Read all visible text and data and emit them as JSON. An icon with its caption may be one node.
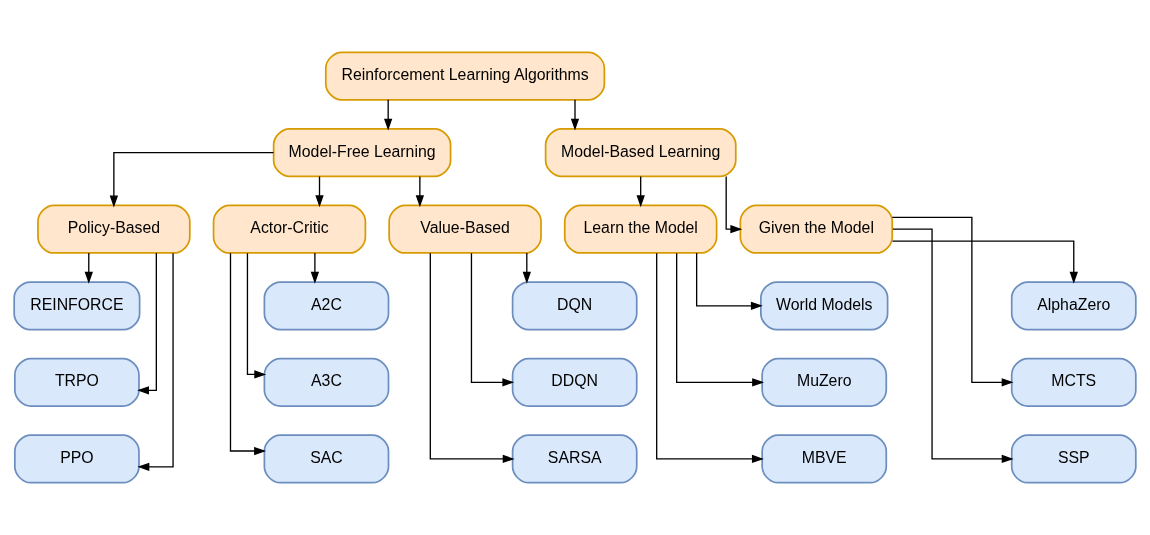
{
  "diagram": {
    "nodes": [
      {
        "text": [
          "Reinforcement Learning Algorithms"
        ]
      },
      {
        "text": [
          "Model-Free Learning"
        ]
      },
      {
        "text": [
          "Model-Based Learning"
        ]
      },
      {
        "text": [
          "Policy-Based"
        ]
      },
      {
        "text": [
          "Actor-Critic"
        ]
      },
      {
        "text": [
          "Value-Based"
        ]
      },
      {
        "text": [
          "Learn the Model"
        ]
      },
      {
        "text": [
          "Given the Model"
        ]
      },
      {
        "text": [
          "REINFORCE"
        ]
      },
      {
        "text": [
          "TRPO"
        ]
      },
      {
        "text": [
          "PPO"
        ]
      },
      {
        "text": [
          "A2C"
        ]
      },
      {
        "text": [
          "A3C"
        ]
      },
      {
        "text": [
          "SAC"
        ]
      },
      {
        "text": [
          "DQN"
        ]
      },
      {
        "text": [
          "DDQN"
        ]
      },
      {
        "text": [
          "SARSA"
        ]
      },
      {
        "text": [
          "World Models"
        ]
      },
      {
        "text": [
          "MuZero"
        ]
      },
      {
        "text": [
          "MBVE"
        ]
      },
      {
        "text": [
          "AlphaZero"
        ]
      },
      {
        "text": [
          "MCTS"
        ]
      },
      {
        "text": [
          "SSP"
        ]
      }
    ],
    "edges": [
      {
        "from": 0,
        "to": 1,
        "arrow": "to"
      },
      {
        "from": 0,
        "to": 2,
        "arrow": "to"
      },
      {
        "from": 1,
        "to": 3,
        "arrow": "to"
      },
      {
        "from": 1,
        "to": 4,
        "arrow": "to"
      },
      {
        "from": 1,
        "to": 5,
        "arrow": "to"
      },
      {
        "from": 2,
        "to": 6,
        "arrow": "to"
      },
      {
        "from": 2,
        "to": 7,
        "arrow": "to"
      },
      {
        "from": 3,
        "to": 8,
        "arrow": "to"
      },
      {
        "from": 3,
        "to": 9,
        "arrow": "to"
      },
      {
        "from": 3,
        "to": 10,
        "arrow": "to"
      },
      {
        "from": 4,
        "to": 11,
        "arrow": "to"
      },
      {
        "from": 4,
        "to": 12,
        "arrow": "to"
      },
      {
        "from": 4,
        "to": 13,
        "arrow": "to"
      },
      {
        "from": 5,
        "to": 14,
        "arrow": "to"
      },
      {
        "from": 5,
        "to": 15,
        "arrow": "to"
      },
      {
        "from": 5,
        "to": 16,
        "arrow": "to"
      },
      {
        "from": 6,
        "to": 17,
        "arrow": "to"
      },
      {
        "from": 6,
        "to": 18,
        "arrow": "to"
      },
      {
        "from": 6,
        "to": 19,
        "arrow": "to"
      },
      {
        "from": 7,
        "to": 20,
        "arrow": "to"
      },
      {
        "from": 7,
        "to": 21,
        "arrow": "to"
      },
      {
        "from": 7,
        "to": 22,
        "arrow": "to"
      }
    ]
  }
}
